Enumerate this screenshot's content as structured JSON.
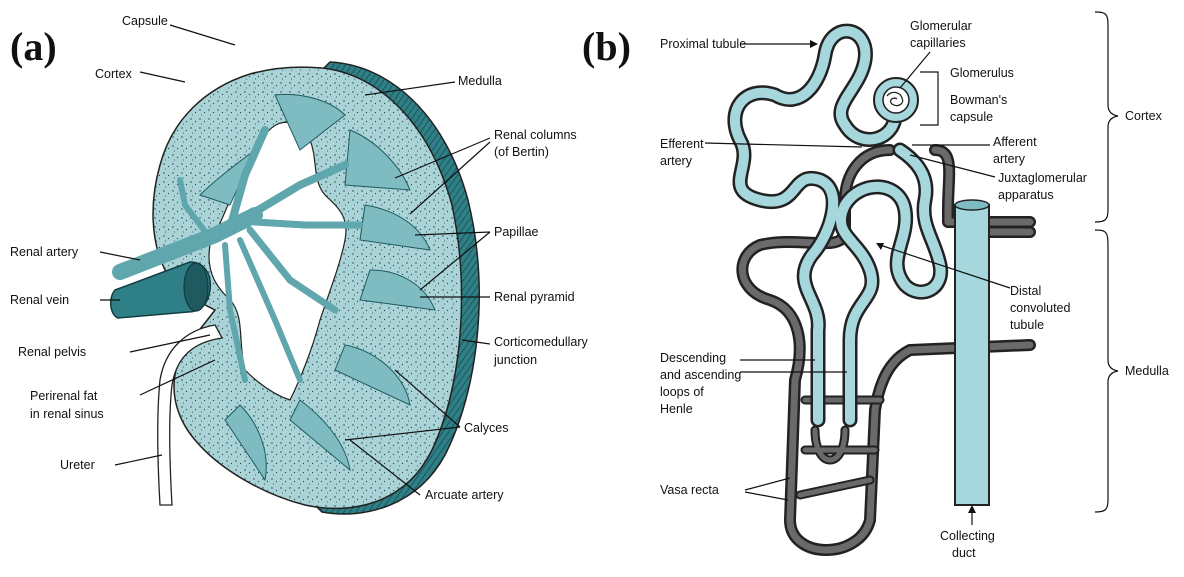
{
  "panels": {
    "a": "(a)",
    "b": "(b)"
  },
  "kidney_labels": {
    "capsule": "Capsule",
    "cortex": "Cortex",
    "medulla": "Medulla",
    "renal_columns_1": "Renal columns",
    "renal_columns_2": "(of Bertin)",
    "renal_artery": "Renal artery",
    "papillae": "Papillae",
    "renal_vein": "Renal vein",
    "renal_pyramid": "Renal pyramid",
    "renal_pelvis": "Renal pelvis",
    "corticomedullary_1": "Corticomedullary",
    "corticomedullary_2": "junction",
    "perirenal_fat_1": "Perirenal fat",
    "perirenal_fat_2": "in renal sinus",
    "calyces": "Calyces",
    "ureter": "Ureter",
    "arcuate_artery": "Arcuate artery"
  },
  "nephron_labels": {
    "proximal_tubule": "Proximal tubule",
    "glomerular_capillaries_1": "Glomerular",
    "glomerular_capillaries_2": "capillaries",
    "glomerulus": "Glomerulus",
    "bowmans_capsule_1": "Bowman's",
    "bowmans_capsule_2": "capsule",
    "cortex": "Cortex",
    "efferent_artery_1": "Efferent",
    "efferent_artery_2": "artery",
    "afferent_artery_1": "Afferent",
    "afferent_artery_2": "artery",
    "juxtaglomerular_1": "Juxtaglomerular",
    "juxtaglomerular_2": "apparatus",
    "distal_tubule_1": "Distal",
    "distal_tubule_2": "convoluted",
    "distal_tubule_3": "tubule",
    "loops_henle_1": "Descending",
    "loops_henle_2": "and ascending",
    "loops_henle_3": "loops of",
    "loops_henle_4": "Henle",
    "medulla": "Medulla",
    "vasa_recta": "Vasa recta",
    "collecting_duct_1": "Collecting",
    "collecting_duct_2": "duct"
  },
  "colors": {
    "tissue": "#a9d3d6",
    "teal_dark": "#2f7f86",
    "teal_mid": "#5fa6ad",
    "vessel_gray": "#555555",
    "tubule_fill": "#a6d7dc",
    "outline": "#222222"
  }
}
